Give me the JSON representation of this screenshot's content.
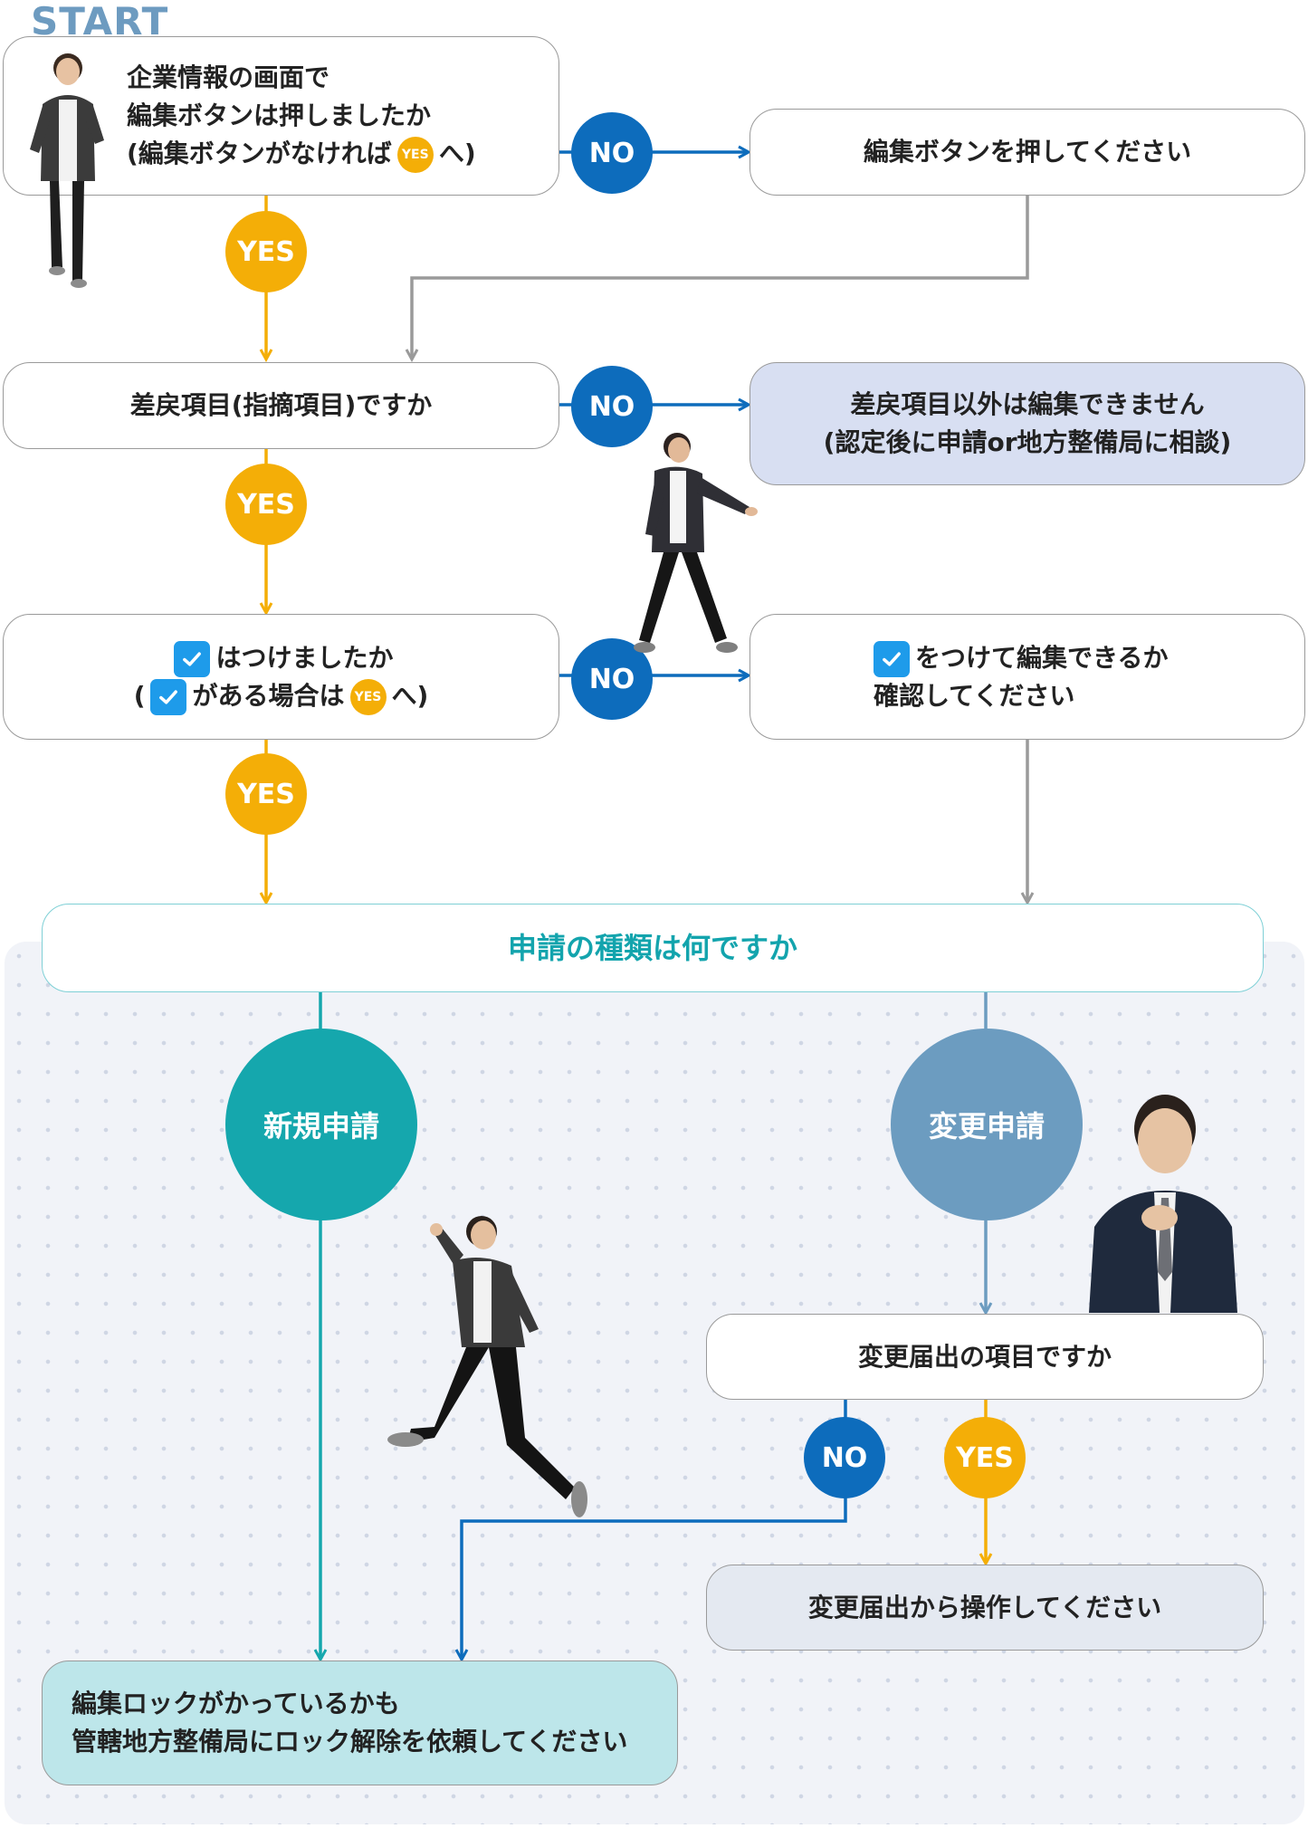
{
  "start_label": "START",
  "q1": {
    "line1": "企業情報の画面で",
    "line2": "編集ボタンは押しましたか",
    "line3_pre": "(編集ボタンがなければ",
    "badge": "YES",
    "line3_post": "へ)"
  },
  "a1": {
    "text": "編集ボタンを押してください"
  },
  "q2": {
    "text": "差戻項目(指摘項目)ですか"
  },
  "a2": {
    "line1": "差戻項目以外は編集できません",
    "line2": "(認定後に申請or地方整備局に相談)"
  },
  "q3": {
    "line1": "はつけましたか",
    "line2_pre": "(",
    "line2_mid": "がある場合は",
    "badge": "YES",
    "line2_post": "へ)"
  },
  "a3": {
    "line1": "をつけて編集できるか",
    "line2": "確認してください"
  },
  "kind": {
    "text": "申請の種類は何ですか"
  },
  "new_app": {
    "text": "新規申請"
  },
  "change_app": {
    "text": "変更申請"
  },
  "q4": {
    "text": "変更届出の項目ですか"
  },
  "a4": {
    "text": "変更届出から操作してください"
  },
  "lock": {
    "line1": "編集ロックがかっているかも",
    "line2": "管轄地方整備局にロック解除を依頼してください"
  },
  "answers": {
    "yes": "YES",
    "no": "NO"
  },
  "colors": {
    "yes": "#f4ae07",
    "no": "#0d6cbc",
    "teal": "#15a7ad",
    "slate": "#6c9cc0",
    "gray_line": "#9a9a9a",
    "check": "#1e9bea",
    "start": "#6d9bc0"
  },
  "icons": [
    "checkbox-checked-icon",
    "person-photo"
  ]
}
